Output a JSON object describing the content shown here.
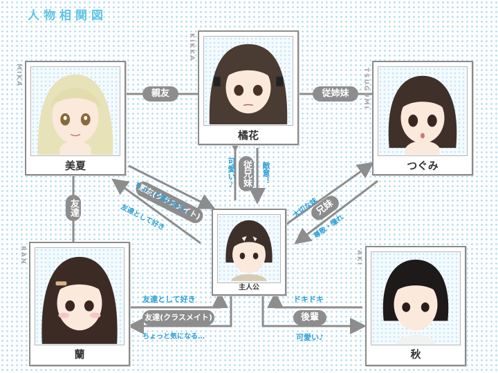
{
  "title": "人物相関図",
  "characters": {
    "mika": {
      "name": "美夏",
      "romaji": "MIKA"
    },
    "kikka": {
      "name": "橘花",
      "romaji": "KIKKA"
    },
    "tsugumi": {
      "name": "つぐみ",
      "romaji": "TSUGUMI"
    },
    "protagonist": {
      "name": "主人公"
    },
    "ran": {
      "name": "蘭",
      "romaji": "RAN"
    },
    "aki": {
      "name": "秋",
      "romaji": "AKI"
    }
  },
  "relations": {
    "mika_kikka": "親友",
    "kikka_tsugumi": "従姉妹",
    "mika_ran": "友達",
    "kikka_protagonist": "従兄妹",
    "kikka_to_protagonist": "敵意！",
    "protagonist_to_kikka": "可愛い♪",
    "mika_protagonist": "悪友(クラスメイト)",
    "mika_to_protagonist": "ちょっと気になる…",
    "protagonist_to_mika": "友達として好き",
    "tsugumi_protagonist": "兄妹",
    "tsugumi_to_protagonist": "尊敬・憧れ",
    "protagonist_to_tsugumi": "大切な妹",
    "ran_protagonist": "友達(クラスメイト)",
    "ran_to_protagonist": "友達として好き",
    "protagonist_to_ran": "ちょっと気になる…",
    "aki_protagonist": "後輩",
    "aki_to_protagonist": "ドキドキ",
    "protagonist_to_aki": "可愛い♪"
  },
  "colors": {
    "accent": "#2a9fd6",
    "pill": "#8d8d8d",
    "frame": "#8a8a8a",
    "title": "#5ec3e6"
  }
}
